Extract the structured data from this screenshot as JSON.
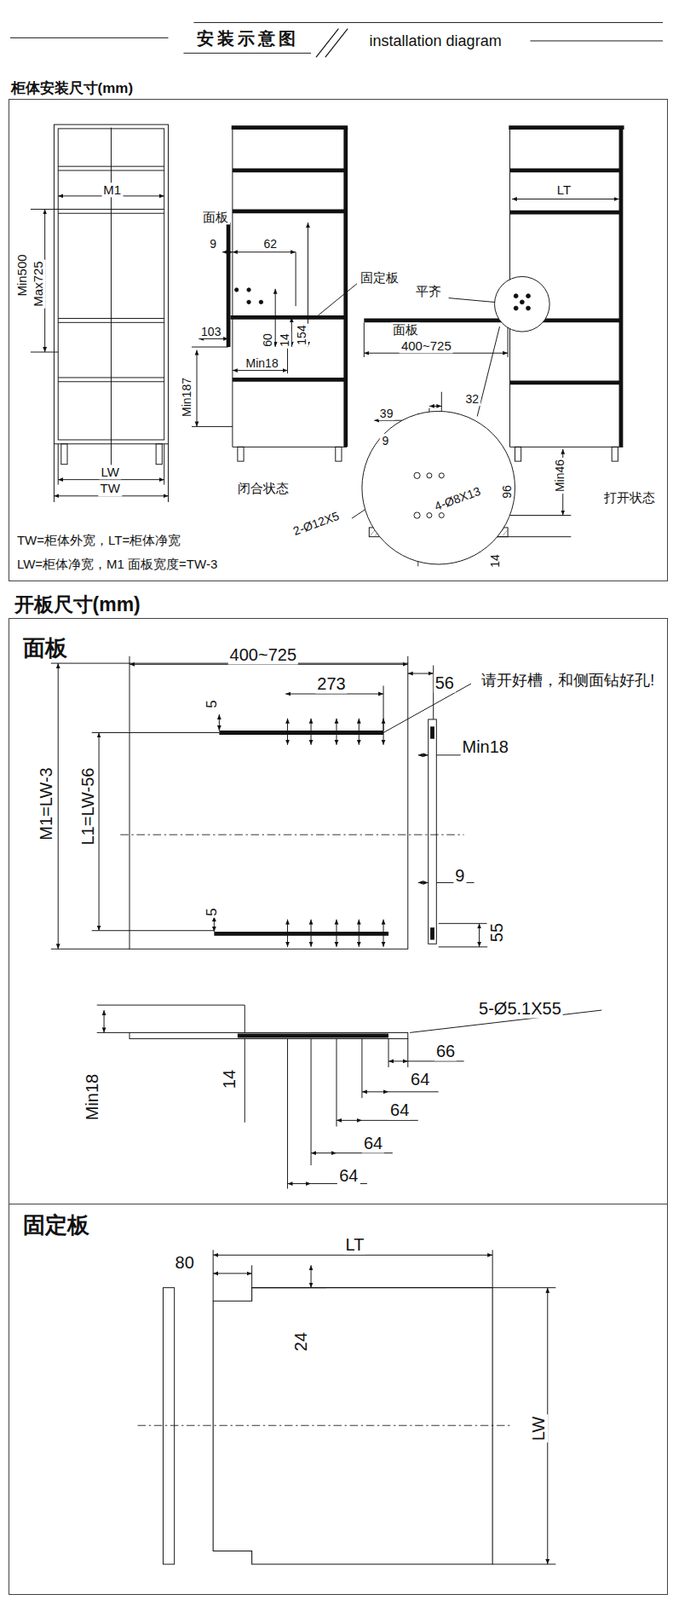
{
  "diagram": {
    "title": "安装示意图",
    "nodes": [
      {
        "text": [
          "柜体安装尺寸(mm)"
        ]
      },
      {
        "text": [
          "开板尺寸(mm)"
        ]
      },
      {
        "text": [
          "面板"
        ],
        "in": 1
      },
      {
        "text": [
          "固定板"
        ],
        "in": 1
      }
    ],
    "labels": [
      "installation diagram",
      "M1",
      "Min500",
      "Max725",
      "LW",
      "TW",
      "面板",
      "9",
      "62",
      "固定板",
      "103",
      "60",
      "14",
      "154",
      "Min18",
      "Min187",
      "闭合状态",
      "LT",
      "平齐",
      "面板",
      "400~725",
      "39",
      "32",
      "9",
      "4-Ø8X13",
      "96",
      "Min46",
      "打开状态",
      "2-Ø12X5",
      "14",
      "TW=柜体外宽，LT=柜体净宽",
      "LW=柜体净宽，M1 面板宽度=TW-3",
      "400~725",
      "273",
      "56",
      "请开好槽，和侧面钻好孔!",
      "5",
      "Min18",
      "M1=LW-3",
      "L1=LW-56",
      "9",
      "5",
      "55",
      "5-Ø5.1X55",
      "Min18",
      "14",
      "66",
      "64",
      "64",
      "64",
      "64",
      "80",
      "LT",
      "24",
      "LW"
    ]
  }
}
